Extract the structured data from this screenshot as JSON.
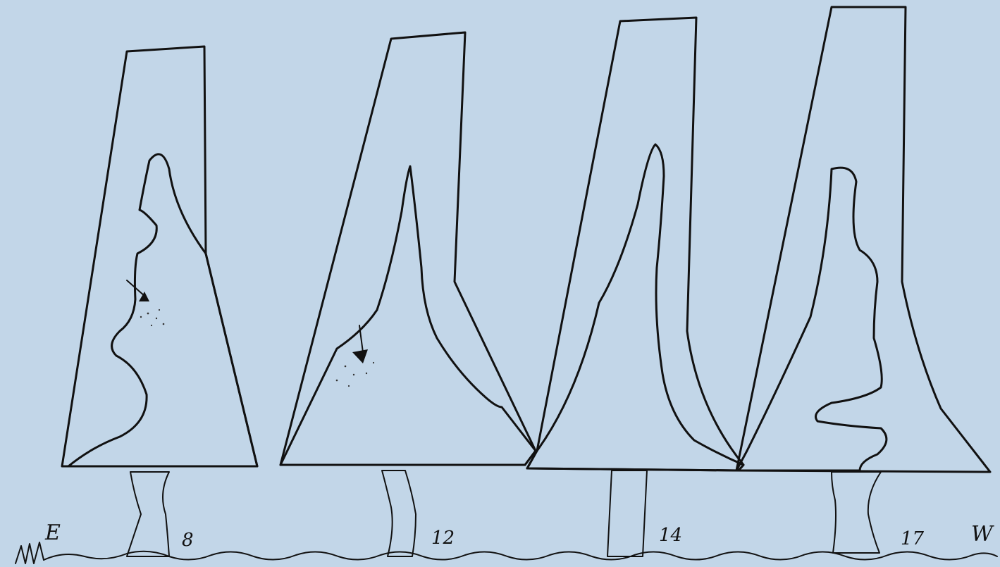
{
  "diagram": {
    "direction_labels": {
      "east": "E",
      "west": "W"
    },
    "trees": [
      {
        "number": "8"
      },
      {
        "number": "12"
      },
      {
        "number": "14"
      },
      {
        "number": "17"
      }
    ],
    "colors": {
      "background": "#c2d6e8",
      "stipple_fill": "#b4c9dc",
      "ink": "#111111",
      "open_area": "#c2d6e8"
    }
  }
}
